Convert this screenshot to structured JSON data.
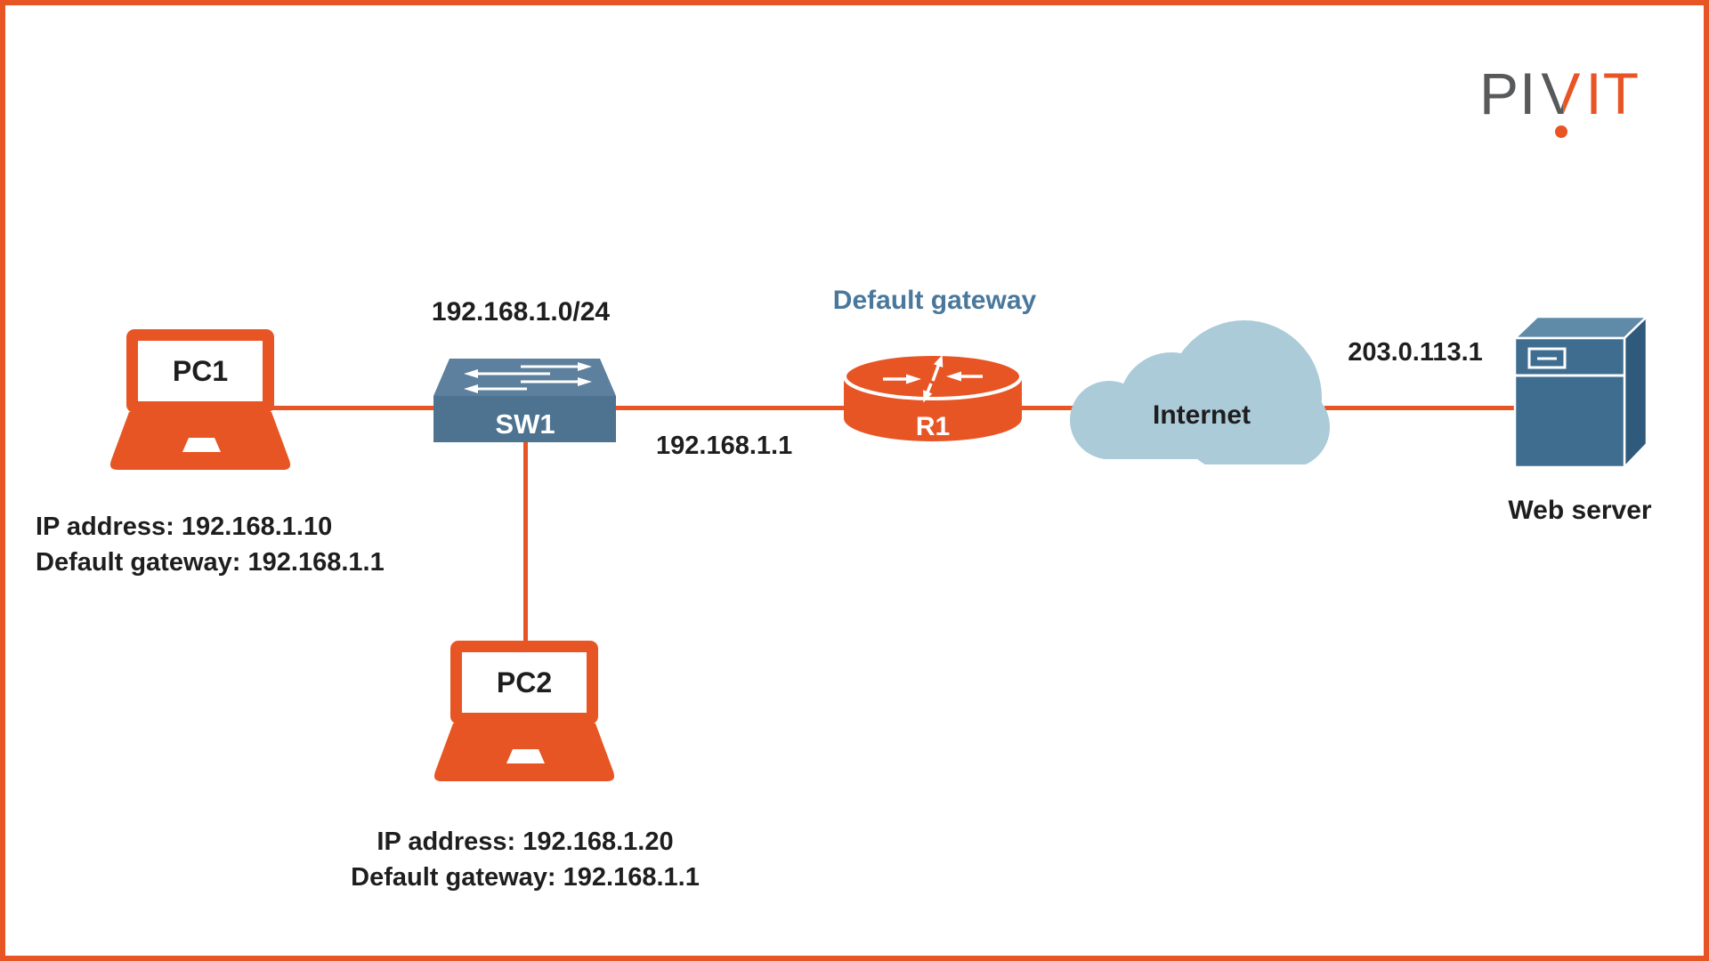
{
  "logo": {
    "prefix": "PI",
    "v": "V",
    "suffix": "IT"
  },
  "labels": {
    "subnet": "192.168.1.0/24",
    "router_role": "Default gateway",
    "router_interface_ip": "192.168.1.1",
    "server_ip": "203.0.113.1"
  },
  "nodes": {
    "pc1": {
      "name": "PC1",
      "ip_line": "IP address: 192.168.1.10",
      "gw_line": "Default gateway: 192.168.1.1"
    },
    "pc2": {
      "name": "PC2",
      "ip_line": "IP address: 192.168.1.20",
      "gw_line": "Default gateway: 192.168.1.1"
    },
    "switch": {
      "name": "SW1"
    },
    "router": {
      "name": "R1"
    },
    "internet": {
      "name": "Internet"
    },
    "server": {
      "name": "Web server"
    }
  },
  "colors": {
    "accent_orange": "#E85524",
    "switch_top": "#5C809D",
    "switch_front": "#4D7390",
    "cloud_blue": "#AACBD7",
    "server_front": "#3F6D90",
    "server_top": "#5F8AA8",
    "server_side": "#2F5A7B",
    "steel_text": "#4A789C",
    "text_dark": "#1E1E1E",
    "logo_gray": "#58595B"
  }
}
